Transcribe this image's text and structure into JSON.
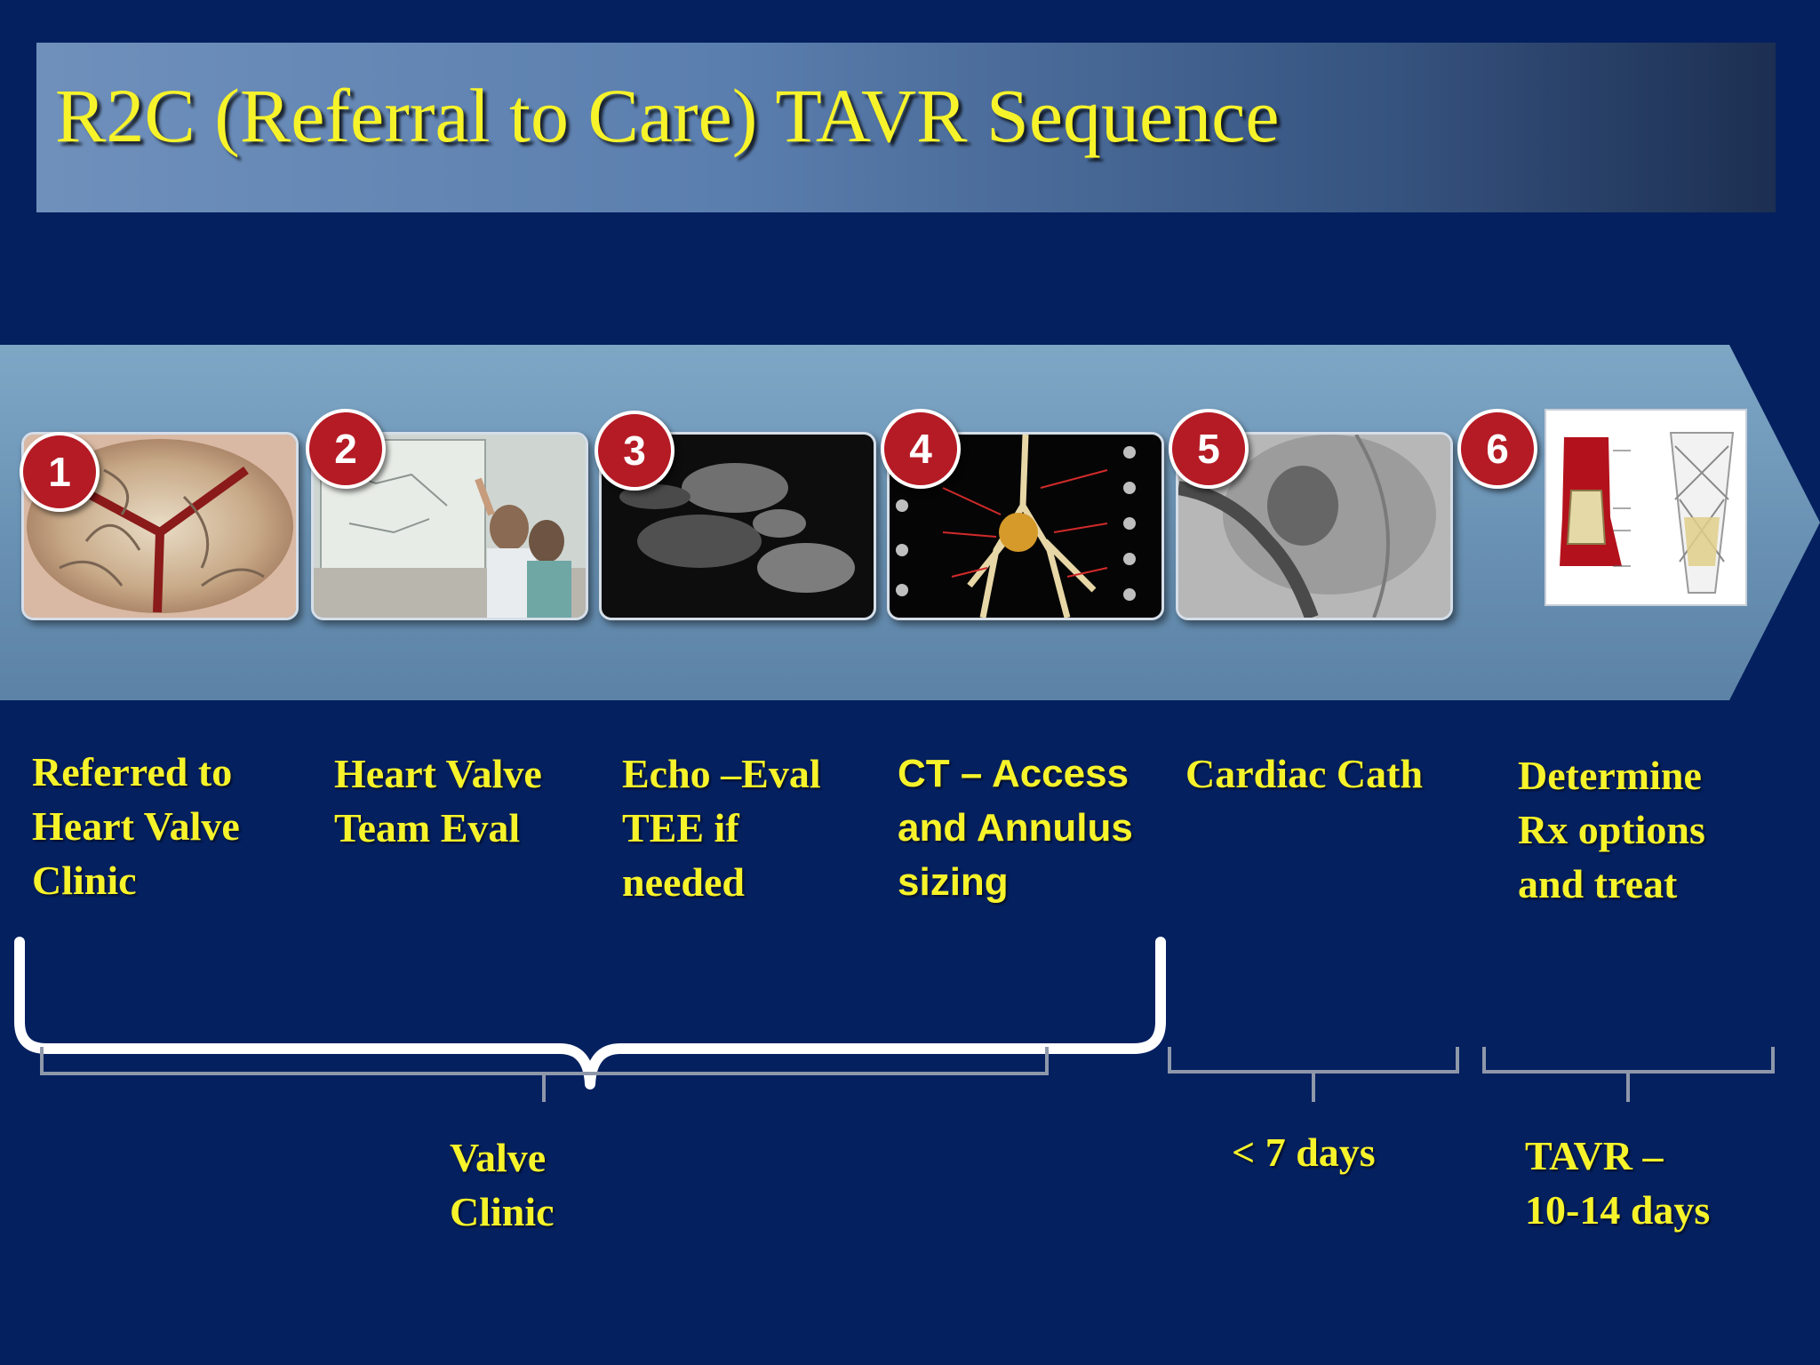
{
  "slide": {
    "title": "R2C (Referral to Care) TAVR Sequence"
  },
  "steps": [
    {
      "number": "1",
      "lines": [
        "Referred to",
        "Heart Valve",
        "Clinic"
      ]
    },
    {
      "number": "2",
      "lines": [
        "Heart Valve",
        "Team Eval"
      ]
    },
    {
      "number": "3",
      "lines": [
        "Echo –Eval",
        "TEE if",
        "needed"
      ]
    },
    {
      "number": "4",
      "lines": [
        "CT – Access",
        "and Annulus",
        "sizing"
      ]
    },
    {
      "number": "5",
      "lines": [
        "Cardiac Cath"
      ]
    },
    {
      "number": "6",
      "lines": [
        "Determine",
        "Rx options",
        "and treat"
      ]
    }
  ],
  "timeline": {
    "valve_clinic": [
      "Valve",
      "Clinic"
    ],
    "cath_window": [
      "< 7 days"
    ],
    "tavr_window": [
      "TAVR –",
      "10-14 days"
    ]
  },
  "colors": {
    "background": "#04205f",
    "title_text": "#f7f32a",
    "label_text": "#f7f32a",
    "badge": "#b51b25"
  }
}
